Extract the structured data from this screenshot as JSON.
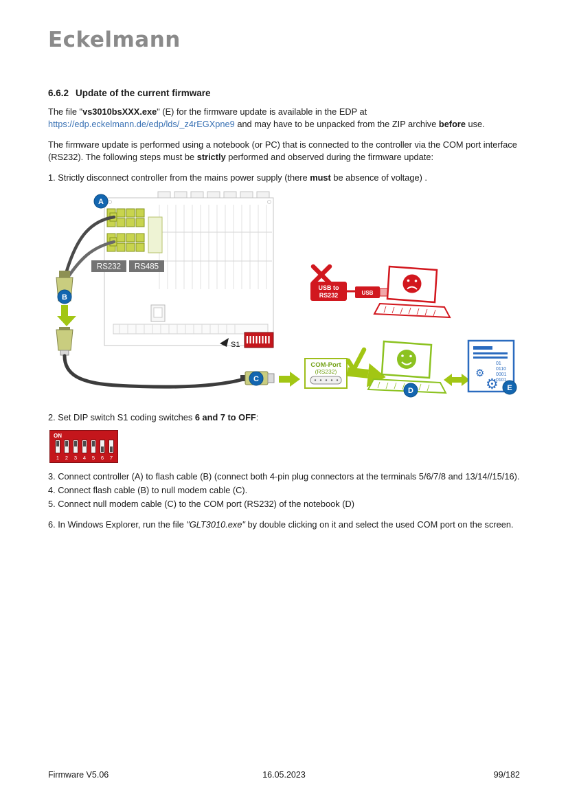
{
  "logo": "Eckelmann",
  "heading": {
    "number": "6.6.2",
    "title": "Update of the current firmware"
  },
  "paragraphs": {
    "p1_pre": "The file \"",
    "p1_file": "vs3010bsXXX.exe",
    "p1_mid": "\" (E) for the firmware update is available in the EDP at ",
    "p1_link": "https://edp.eckelmann.de/edp/lds/_z4rEGXpne9",
    "p1_post1": " and may have to be unpacked from the ZIP archive ",
    "p1_before": "before",
    "p1_post2": " use.",
    "p2_pre": "The firmware update is performed using a notebook (or PC) that is connected to the controller via the COM port interface (RS232). The following steps must be ",
    "p2_strictly": "strictly",
    "p2_post": " performed and observed during the firmware update:"
  },
  "steps": {
    "s1_pre": "1. Strictly disconnect controller from the mains power supply (there ",
    "s1_must": "must",
    "s1_post": " be absence of voltage) .",
    "s2_pre": "2. Set DIP switch S1 coding switches ",
    "s2_bold": "6 and 7 to OFF",
    "s2_post": ":",
    "s3": "3. Connect controller (A) to flash cable (B) (connect both 4-pin plug connectors at the terminals 5/6/7/8 and 13/14//15/16).",
    "s4": "4. Connect flash cable (B) to null modem cable (C).",
    "s5": "5. Connect null modem cable (C) to the COM port (RS232) of the notebook (D)",
    "s6_pre": "6. In Windows Explorer, run the file ",
    "s6_file": "\"GLT3010.exe\"",
    "s6_post": " by double clicking on it and select the used COM port on the screen."
  },
  "diagram": {
    "badges": {
      "a": "A",
      "b": "B",
      "c": "C",
      "d": "D",
      "e": "E"
    },
    "rs232_label": "RS232",
    "rs485_label": "RS485",
    "s1_label": "S1",
    "usb_adapter": {
      "line1": "USB to",
      "line2": "RS232",
      "plug": "USB"
    },
    "com_port": {
      "line1": "COM-Port",
      "line2": "(RS232)"
    },
    "doc_binary": [
      "01",
      "0110",
      "0001",
      "0101"
    ]
  },
  "dip_switch": {
    "on_label": "ON",
    "numbers": [
      "1",
      "2",
      "3",
      "4",
      "5",
      "6",
      "7"
    ],
    "states": [
      "on",
      "on",
      "on",
      "on",
      "on",
      "off",
      "off"
    ]
  },
  "footer": {
    "left": "Firmware V5.06",
    "center": "16.05.2023",
    "right": "99/182"
  },
  "colors": {
    "accent_green": "#a2c614",
    "alert_red": "#d2171e",
    "badge_blue": "#1366b0",
    "document_blue": "#2a6bbf",
    "link_blue": "#3a72b4",
    "logo_gray": "#8a8a8a"
  }
}
